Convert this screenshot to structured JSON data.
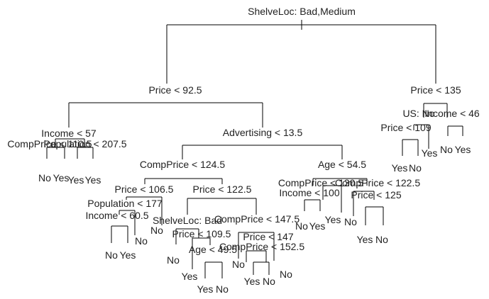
{
  "splits": {
    "root": "ShelveLoc: Bad,Medium",
    "price_92_5": "Price < 92.5",
    "price_135": "Price < 135",
    "income_57": "Income < 57",
    "comp_pop": "CompPrice < 110.5",
    "pop_207": "Population < 207.5",
    "advertising": "Advertising < 13.5",
    "us_no": "US: No",
    "income_46": "Income < 46",
    "price_109": "Price < 109",
    "comp_124": "CompPrice < 124.5",
    "age_54": "Age < 54.5",
    "price_106": "Price < 106.5",
    "price_122": "Price < 122.5",
    "comp_compprice": "CompPrice < 130.5",
    "comp_price": "CompPrice < 122.5",
    "income_100": "Income < 100",
    "price_125": "Price < 125",
    "pop_177": "Population < 177",
    "income_60": "Income < 60.5",
    "shelve_bad": "ShelveLoc: Bad",
    "comp_147": "CompPrice < 147.5",
    "price_109b": "Price < 109.5",
    "price_147": "Price < 147",
    "age_49": "Age < 49.5",
    "comp_152": "CompPrice < 152.5"
  },
  "leaves": {
    "l1": "No",
    "l2": "Yes",
    "l3": "Yes",
    "l4": "Yes",
    "l5": "Yes",
    "l6": "No",
    "l7": "Yes",
    "l8": "No",
    "l9": "Yes",
    "l10": "No",
    "l11": "Yes",
    "l12": "No",
    "l13": "No",
    "l14": "Yes",
    "l15": "No",
    "l16": "No",
    "l17": "Yes",
    "l18": "No",
    "l19": "Yes",
    "l20": "No",
    "l21": "No",
    "l22": "Yes",
    "l23": "No",
    "l24": "Yes",
    "l25": "No",
    "l26": "Yes",
    "l27": "No"
  }
}
